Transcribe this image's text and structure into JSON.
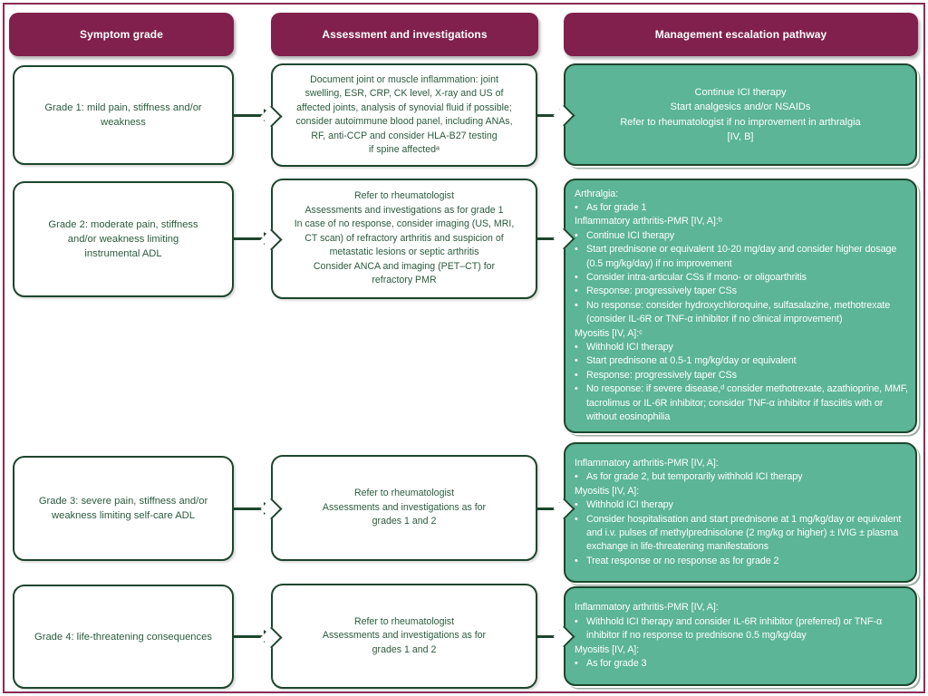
{
  "colors": {
    "magenta": "#81204c",
    "frame": "#8a2c58",
    "green": "#5bb596",
    "dkgreen": "#1d452e",
    "txtgreen": "#2a5b3d"
  },
  "headers": [
    "Symptom grade",
    "Assessment and investigations",
    "Management escalation pathway"
  ],
  "rows": [
    {
      "grade_lines": [
        "Grade 1: mild pain, stiffness and/or",
        "weakness"
      ],
      "assessment_lines": [
        "Document joint or muscle inflammation: joint",
        "swelling, ESR, CRP, CK level, X-ray and US of",
        "affected joints, analysis of synovial fluid if possible;",
        "consider autoimmune blood panel, including ANAs,",
        "RF, anti-CCP and consider HLA-B27 testing",
        "if spine affectedᵃ"
      ],
      "management_lines": [
        {
          "t": "Continue ICI therapy"
        },
        {
          "t": "Start analgesics and/or NSAIDs"
        },
        {
          "t": "Refer to rheumatologist if no improvement in arthralgia"
        },
        {
          "t": "[IV, B]"
        }
      ]
    },
    {
      "grade_lines": [
        "Grade 2: moderate pain, stiffness",
        "and/or weakness limiting",
        "instrumental ADL"
      ],
      "assessment_lines": [
        "Refer to rheumatologist",
        "Assessments and investigations as for grade 1",
        "In case of no response, consider imaging (US, MRI,",
        "CT scan) of refractory arthritis and suspicion of",
        "metastatic lesions or septic arthritis",
        "Consider ANCA and imaging (PET–CT) for",
        "refractory PMR"
      ],
      "management_lines": [
        {
          "t": "Arthralgia:"
        },
        {
          "t": "As for grade 1",
          "b": 1
        },
        {
          "t": "Inflammatory arthritis-PMR [IV, A]:ᵇ"
        },
        {
          "t": "Continue ICI therapy",
          "b": 1
        },
        {
          "t": "Start prednisone or equivalent 10-20 mg/day and consider higher dosage (0.5 mg/kg/day) if no improvement",
          "b": 1
        },
        {
          "t": "Consider intra-articular CSs if mono- or oligoarthritis",
          "b": 1
        },
        {
          "t": "Response: progressively taper CSs",
          "b": 1
        },
        {
          "t": "No response: consider hydroxychloroquine, sulfasalazine, methotrexate (consider IL-6R or TNF-α inhibitor if no clinical improvement)",
          "b": 1
        },
        {
          "t": "Myositis [IV, A]:ᶜ"
        },
        {
          "t": "Withhold ICI therapy",
          "b": 1
        },
        {
          "t": "Start prednisone at 0.5-1 mg/kg/day or equivalent",
          "b": 1
        },
        {
          "t": "Response: progressively taper CSs",
          "b": 1
        },
        {
          "t": "No response: if severe disease,ᵈ consider methotrexate, azathioprine, MMF, tacrolimus or IL-6R inhibitor; consider TNF-α inhibitor if fasciitis with or without eosinophilia",
          "b": 1
        }
      ]
    },
    {
      "grade_lines": [
        "Grade 3: severe pain, stiffness and/or",
        "weakness limiting self-care ADL"
      ],
      "assessment_lines": [
        "Refer to rheumatologist",
        "Assessments and investigations as for",
        "grades 1 and 2"
      ],
      "management_lines": [
        {
          "t": "Inflammatory arthritis-PMR [IV, A]:"
        },
        {
          "t": "As for grade 2, but temporarily withhold ICI therapy",
          "b": 1
        },
        {
          "t": "Myositis [IV, A]:"
        },
        {
          "t": "Withhold ICI therapy",
          "b": 1
        },
        {
          "t": "Consider hospitalisation and start prednisone at 1 mg/kg/day or equivalent and i.v. pulses of methylprednisolone (2 mg/kg or higher) ± IVIG ± plasma exchange in life-threatening manifestations",
          "b": 1
        },
        {
          "t": "Treat response or no response as for grade 2",
          "b": 1
        }
      ]
    },
    {
      "grade_lines": [
        "Grade 4: life-threatening consequences"
      ],
      "assessment_lines": [
        "Refer to rheumatologist",
        "Assessments and investigations as for",
        "grades 1 and 2"
      ],
      "management_lines": [
        {
          "t": "Inflammatory arthritis-PMR [IV, A]:"
        },
        {
          "t": "Withhold ICI therapy and consider IL-6R inhibitor (preferred) or TNF-α inhibitor if no response to prednisone 0.5 mg/kg/day",
          "b": 1
        },
        {
          "t": "Myositis [IV, A]:"
        },
        {
          "t": "As for grade 3",
          "b": 1
        }
      ]
    }
  ]
}
